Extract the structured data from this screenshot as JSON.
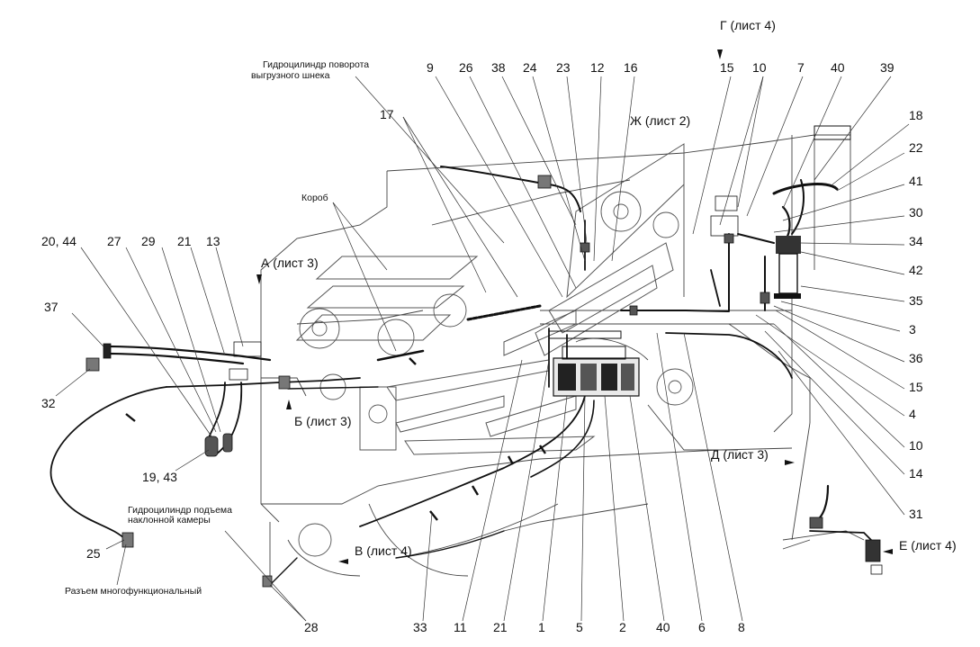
{
  "callouts": {
    "n9": "9",
    "n26": "26",
    "n38": "38",
    "n24": "24",
    "n23": "23",
    "n12": "12",
    "n16": "16",
    "n15a": "15",
    "n10a": "10",
    "n7": "7",
    "n40a": "40",
    "n39": "39",
    "n17": "17",
    "n18": "18",
    "n22": "22",
    "n41": "41",
    "n30": "30",
    "n34": "34",
    "n42": "42",
    "n35": "35",
    "n3": "3",
    "n36": "36",
    "n15b": "15",
    "n4": "4",
    "n10b": "10",
    "n14": "14",
    "n31": "31",
    "n20_44": "20, 44",
    "n27": "27",
    "n29": "29",
    "n21a": "21",
    "n13": "13",
    "n37": "37",
    "n32": "32",
    "n19_43": "19, 43",
    "n25": "25",
    "n28": "28",
    "n33": "33",
    "n11": "11",
    "n21b": "21",
    "n1": "1",
    "n5": "5",
    "n2": "2",
    "n40b": "40",
    "n6": "6",
    "n8": "8"
  },
  "views": {
    "g": "Г (лист 4)",
    "zh": "Ж (лист 2)",
    "a": "А (лист 3)",
    "b": "Б (лист 3)",
    "d": "Д (лист 3)",
    "v": "В (лист 4)",
    "e": "Е (лист 4)"
  },
  "notes": {
    "unload_cyl_1": "Гидроцилиндр поворота",
    "unload_cyl_2": "выгрузного шнека",
    "box": "Короб",
    "feeder_cyl_1": "Гидроцилиндр подъема",
    "feeder_cyl_2": "наклонной камеры",
    "connector": "Разъем многофункциональный"
  }
}
